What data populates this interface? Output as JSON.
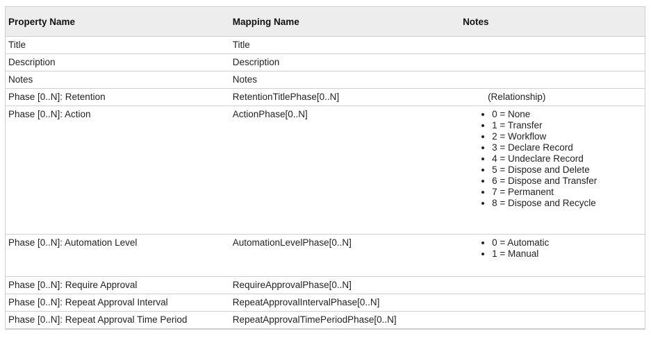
{
  "table": {
    "headers": [
      "Property Name",
      "Mapping Name",
      "Notes"
    ],
    "rows": [
      {
        "property": "Title",
        "mapping": "Title",
        "notes": ""
      },
      {
        "property": "Description",
        "mapping": "Description",
        "notes": ""
      },
      {
        "property": "Notes",
        "mapping": "Notes",
        "notes": ""
      },
      {
        "property": "Phase [0..N]: Retention",
        "mapping": "RetentionTitlePhase[0..N]",
        "notes": "(Relationship)"
      },
      {
        "property": "Phase [0..N]: Action",
        "mapping": "ActionPhase[0..N]",
        "notes_list": [
          "0 = None",
          "1 = Transfer",
          "2 = Workflow",
          "3 = Declare Record",
          "4 = Undeclare Record",
          "5 = Dispose and Delete",
          "6 = Dispose and Transfer",
          "7 = Permanent",
          "8 = Dispose and Recycle"
        ]
      },
      {
        "property": "Phase [0..N]: Automation Level",
        "mapping": "AutomationLevelPhase[0..N]",
        "notes_list": [
          "0 = Automatic",
          "1 = Manual"
        ]
      },
      {
        "property": "Phase [0..N]: Require Approval",
        "mapping": "RequireApprovalPhase[0..N]",
        "notes": ""
      },
      {
        "property": "Phase [0..N]: Repeat Approval Interval",
        "mapping": "RepeatApprovalIntervalPhase[0..N]",
        "notes": ""
      },
      {
        "property": "Phase [0..N]: Repeat Approval Time Period",
        "mapping": "RepeatApprovalTimePeriodPhase[0..N]",
        "notes": ""
      }
    ]
  },
  "colors": {
    "header_bg": "#ededed",
    "border": "#cfcfcf",
    "text": "#222222"
  }
}
